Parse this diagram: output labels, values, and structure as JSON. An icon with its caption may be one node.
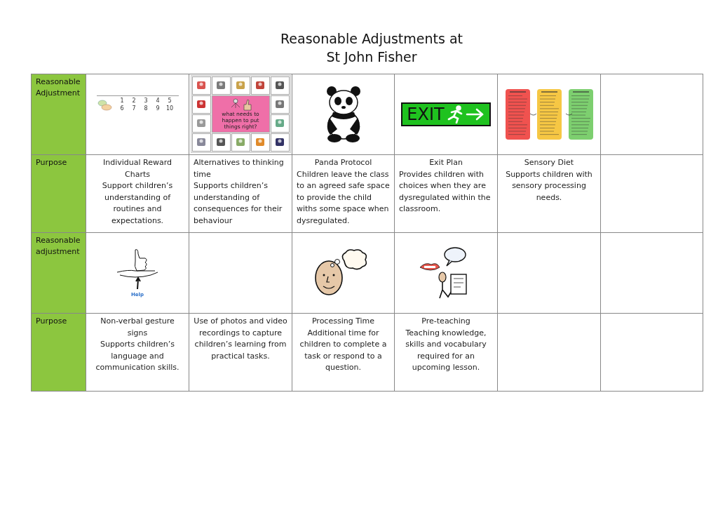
{
  "diagram": {
    "title": "Reasonable Adjustments at St John Fisher",
    "labels": [
      "Reasonable Adjustment",
      "1",
      "2",
      "3",
      "4",
      "5",
      "6",
      "7",
      "8",
      "9",
      "10",
      "what needs to happen to put things right?",
      "EXIT",
      "Purpose",
      "Individual Reward Charts",
      "Support children’s understanding of routines and expectations.",
      "Alternatives to thinking time",
      "Supports children’s understanding of consequences for their behaviour",
      "Panda Protocol",
      "Children leave the class to an agreed safe space to provide the child withs some space when dysregulated.",
      "Exit Plan",
      "Provides children with choices when they are dysregulated within the classroom.",
      "Sensory Diet",
      "Supports children with sensory processing needs.",
      "Reasonable adjustment",
      "Help",
      "Purpose",
      "Non-verbal gesture signs",
      "Supports children’s language and communication skills.",
      "Use of photos and video recordings to capture children’s learning from practical tasks.",
      "Processing Time",
      "Additional time for children to complete a task or respond to a question.",
      "Pre-teaching",
      "Teaching knowledge, skills and vocabulary required for an upcoming lesson."
    ]
  }
}
